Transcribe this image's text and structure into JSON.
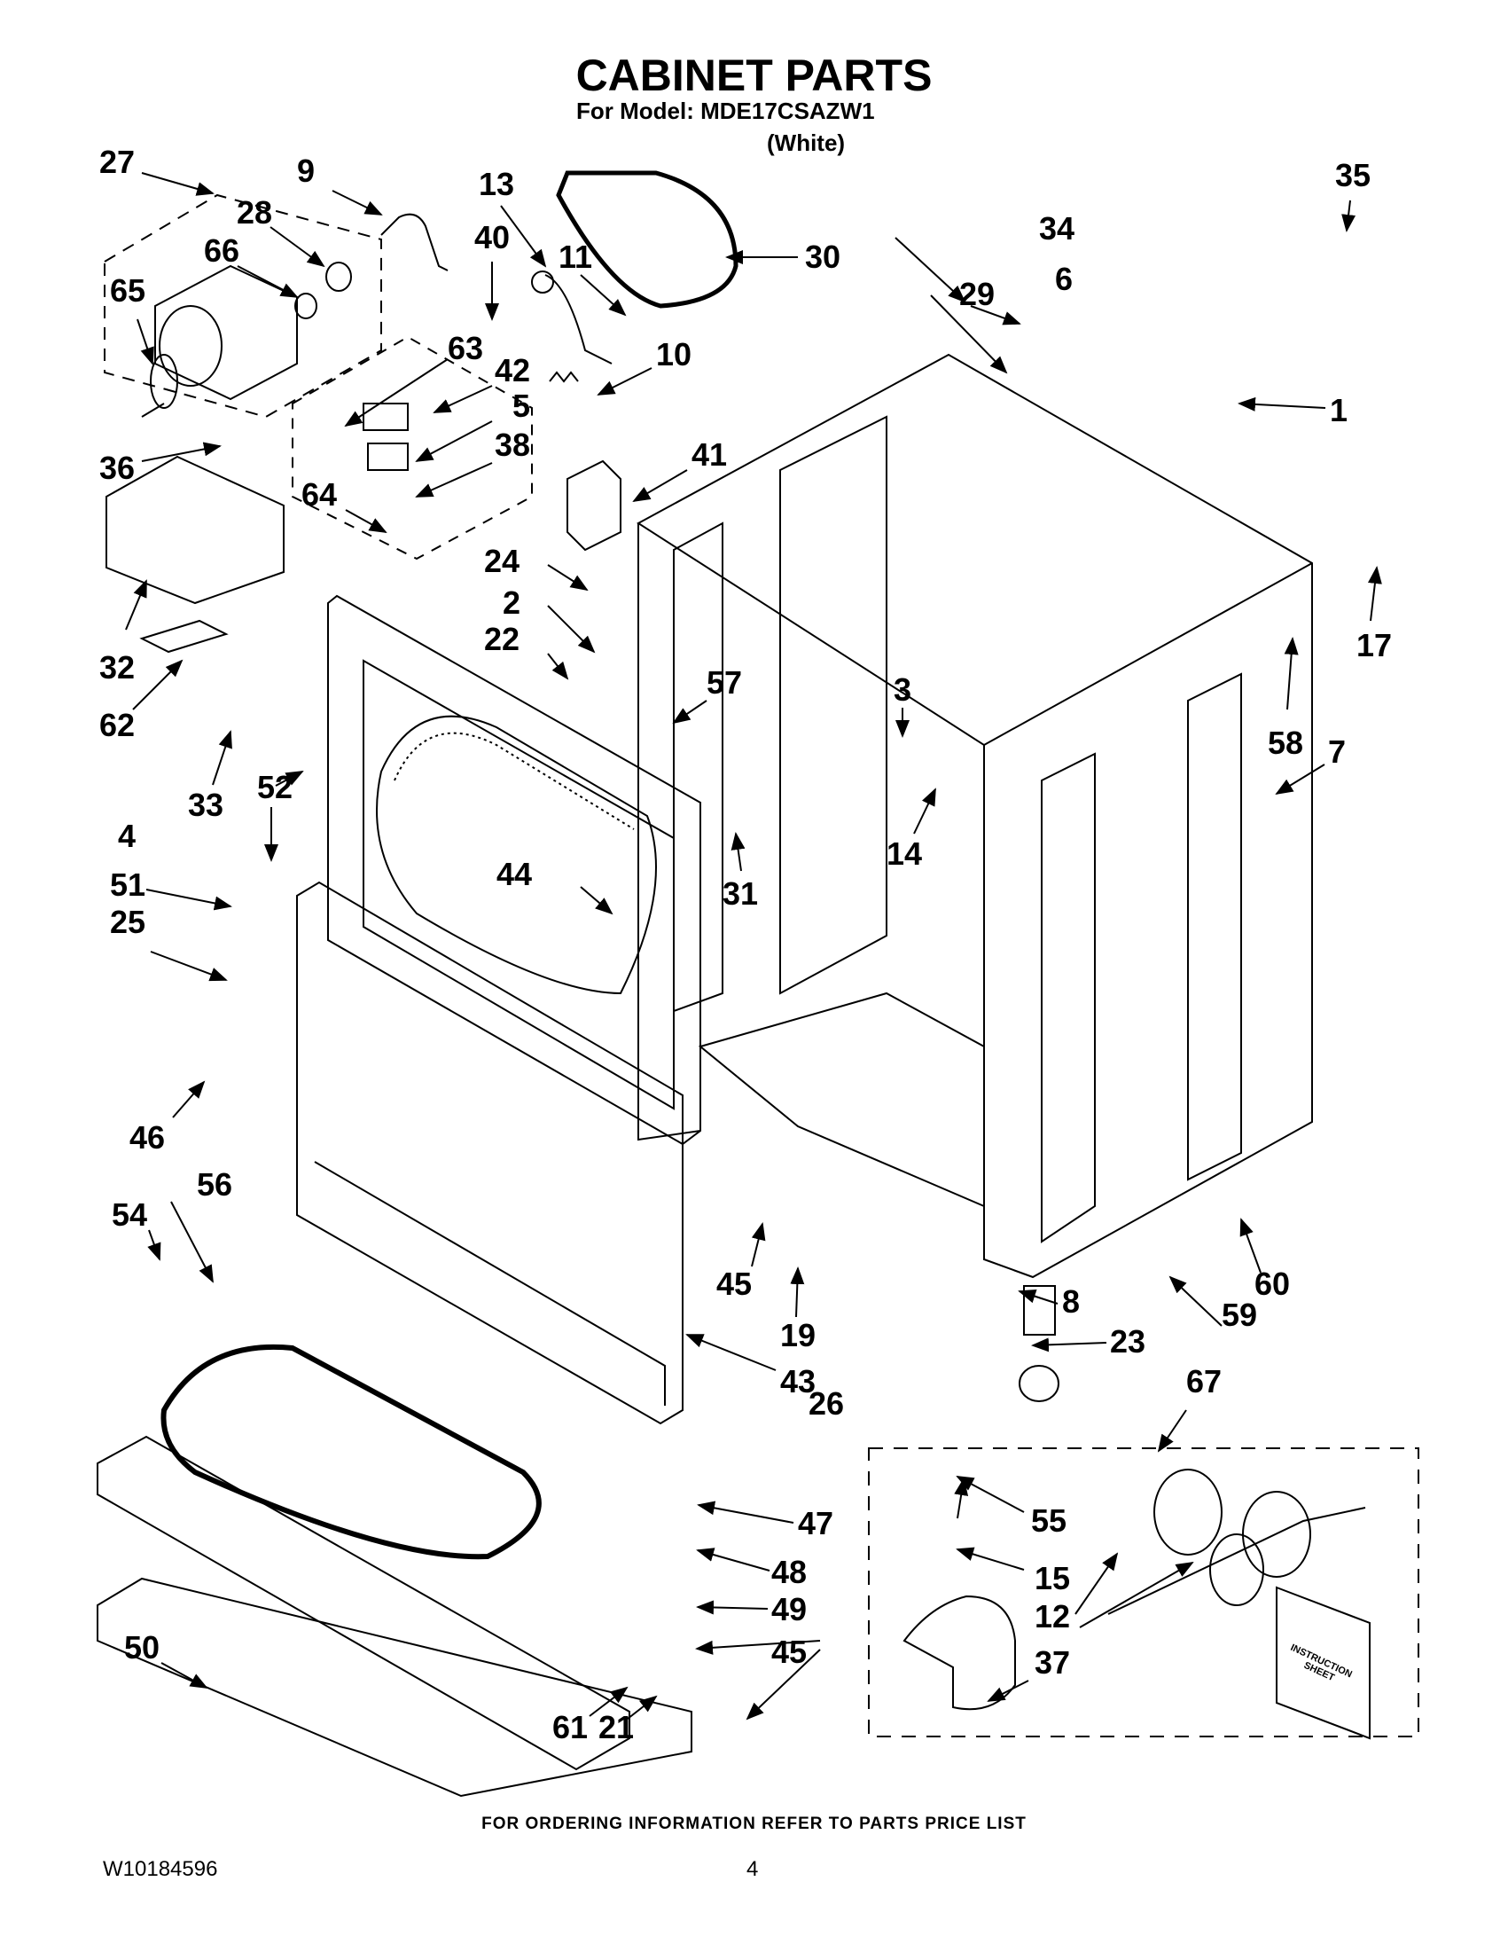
{
  "header": {
    "title": "CABINET PARTS",
    "model_line": "For Model: MDE17CSAZW1",
    "color_note": "(White)"
  },
  "diagram": {
    "instruction_sheet_label_1": "INSTRUCTION",
    "instruction_sheet_label_2": "SHEET",
    "callouts": {
      "c27": "27",
      "c9": "9",
      "c28": "28",
      "c66": "66",
      "c65": "65",
      "c13": "13",
      "c40": "40",
      "c11": "11",
      "c30": "30",
      "c10": "10",
      "c63": "63",
      "c42": "42",
      "c5": "5",
      "c38": "38",
      "c64": "64",
      "c36": "36",
      "c32": "32",
      "c62": "62",
      "c41": "41",
      "c29": "29",
      "c6": "6",
      "c34": "34",
      "c35": "35",
      "c1": "1",
      "c24": "24",
      "c2": "2",
      "c22": "22",
      "c57": "57",
      "c3": "3",
      "c17": "17",
      "c58": "58",
      "c7": "7",
      "c14": "14",
      "c31": "31",
      "c33": "33",
      "c4": "4",
      "c52": "52",
      "c51": "51",
      "c25": "25",
      "c44": "44",
      "c46": "46",
      "c54": "54",
      "c56": "56",
      "c45a": "45",
      "c19": "19",
      "c43": "43",
      "c8": "8",
      "c23": "23",
      "c59": "59",
      "c60": "60",
      "c67": "67",
      "c26": "26",
      "c55": "55",
      "c15": "15",
      "c12": "12",
      "c37": "37",
      "c47": "47",
      "c48": "48",
      "c49": "49",
      "c45b": "45",
      "c50": "50",
      "c61": "61",
      "c21": "21"
    }
  },
  "footer": {
    "ordering_note": "FOR ORDERING INFORMATION REFER TO PARTS PRICE LIST",
    "document_number": "W10184596",
    "page_number": "4"
  }
}
